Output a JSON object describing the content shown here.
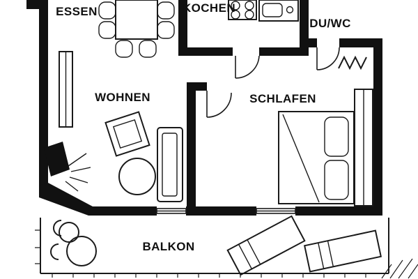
{
  "plan": {
    "rooms": {
      "dining": {
        "label": "ESSEN"
      },
      "kitchen": {
        "label": "KOCHEN"
      },
      "bath": {
        "label": "DU/WC"
      },
      "living": {
        "label": "WOHNEN"
      },
      "bedroom": {
        "label": "SCHLAFEN"
      },
      "balcony": {
        "label": "BALKON"
      }
    },
    "colors": {
      "wall": "#111111",
      "line": "#1a1a1a",
      "background": "#ffffff"
    }
  }
}
